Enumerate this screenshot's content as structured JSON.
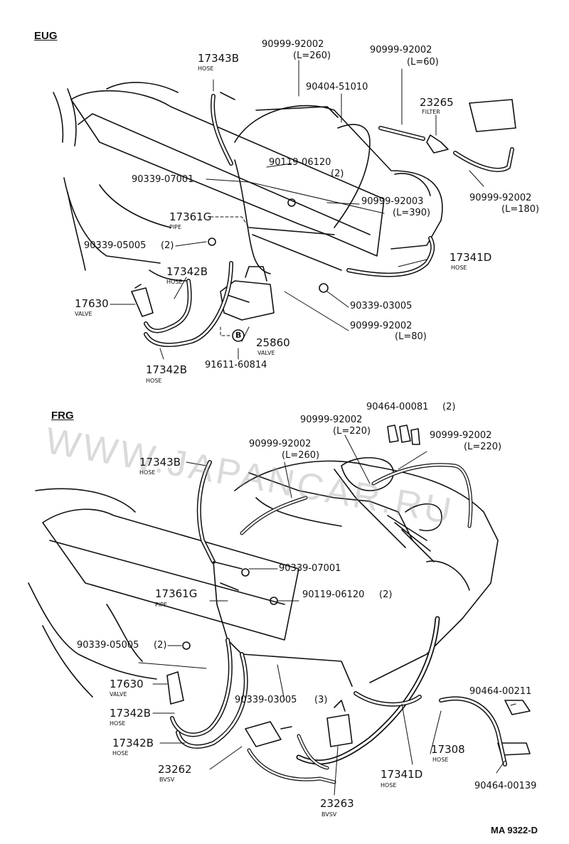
{
  "sections": {
    "eug": "EUG",
    "frg": "FRG"
  },
  "watermark": "WWW.JAPANCAR.RU",
  "footer": "MA 9322-D",
  "eug": {
    "p17343b": "17343B",
    "p17343b_sub": "HOSE",
    "p9099920021": "90999-92002",
    "p9099920021_len": "(L=260)",
    "p9099920022": "90999-92002",
    "p9099920022_len": "(L=60)",
    "p9040451010": "90404-51010",
    "p23265": "23265",
    "p23265_sub": "FILTER",
    "p9011906120": "90119-06120",
    "p9011906120_qty": "(2)",
    "p9033907001": "90339-07001",
    "p9099992003": "90999-92003",
    "p9099992003_len": "(L=390)",
    "p9099920023": "90999-92002",
    "p9099920023_len": "(L=180)",
    "p17361g": "17361G",
    "p17361g_sub": "PIPE",
    "p9033905005": "90339-05005",
    "p9033905005_qty": "(2)",
    "p17342b1": "17342B",
    "p17342b1_sub": "HOSE",
    "p17341d": "17341D",
    "p17341d_sub": "HOSE",
    "p17630": "17630",
    "p17630_sub": "VALVE",
    "p9033903005": "90339-03005",
    "p9099920024": "90999-92002",
    "p9099920024_len": "(L=80)",
    "p25860": "25860",
    "p25860_sub": "VALVE",
    "pB": "B",
    "p17342b2": "17342B",
    "p17342b2_sub": "HOSE",
    "p9161160814": "91611-60814"
  },
  "frg": {
    "p9046400081": "90464-00081",
    "p9046400081_qty": "(2)",
    "p9099920021": "90999-92002",
    "p9099920021_len": "(L=220)",
    "p9099920022": "90999-92002",
    "p9099920022_len": "(L=220)",
    "p9099920023": "90999-92002",
    "p9099920023_len": "(L=260)",
    "p17343b": "17343B",
    "p17343b_sub": "HOSE",
    "p9033907001": "90339-07001",
    "p17361g": "17361G",
    "p17361g_sub": "PIPE",
    "p9011906120": "90119-06120",
    "p9011906120_qty": "(2)",
    "p9033905005": "90339-05005",
    "p9033905005_qty": "(2)",
    "p17630": "17630",
    "p17630_sub": "VALVE",
    "p9033903005": "90339-03005",
    "p9033903005_qty": "(3)",
    "p17342b1": "17342B",
    "p17342b1_sub": "HOSE",
    "p17342b2": "17342B",
    "p17342b2_sub": "HOSE",
    "p9046400211": "90464-00211",
    "p17308": "17308",
    "p17308_sub": "HOSE",
    "p23262": "23262",
    "p23262_sub": "BVSV",
    "p17341d": "17341D",
    "p17341d_sub": "HOSE",
    "p9046400139": "90464-00139",
    "p23263": "23263",
    "p23263_sub": "BVSV"
  }
}
